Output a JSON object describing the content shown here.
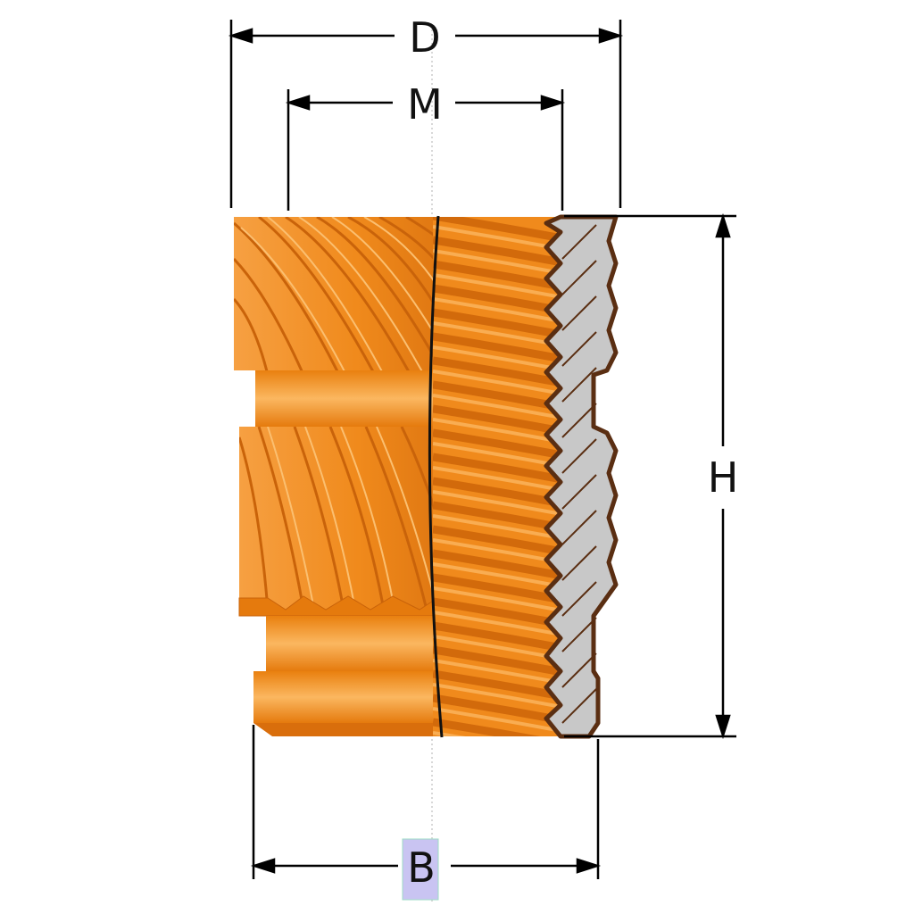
{
  "diagram": {
    "subject": "threaded insert",
    "labels": {
      "D": "D",
      "M": "M",
      "H": "H",
      "B": "B"
    },
    "colors": {
      "body": "#f08a1c",
      "body_dark": "#d96e0c",
      "body_light": "#f9ad52",
      "section_fill": "#c8c8c8",
      "section_outline": "#5a2e12",
      "dimension_line": "#000000",
      "label_highlight": "#c9c4f2"
    }
  }
}
